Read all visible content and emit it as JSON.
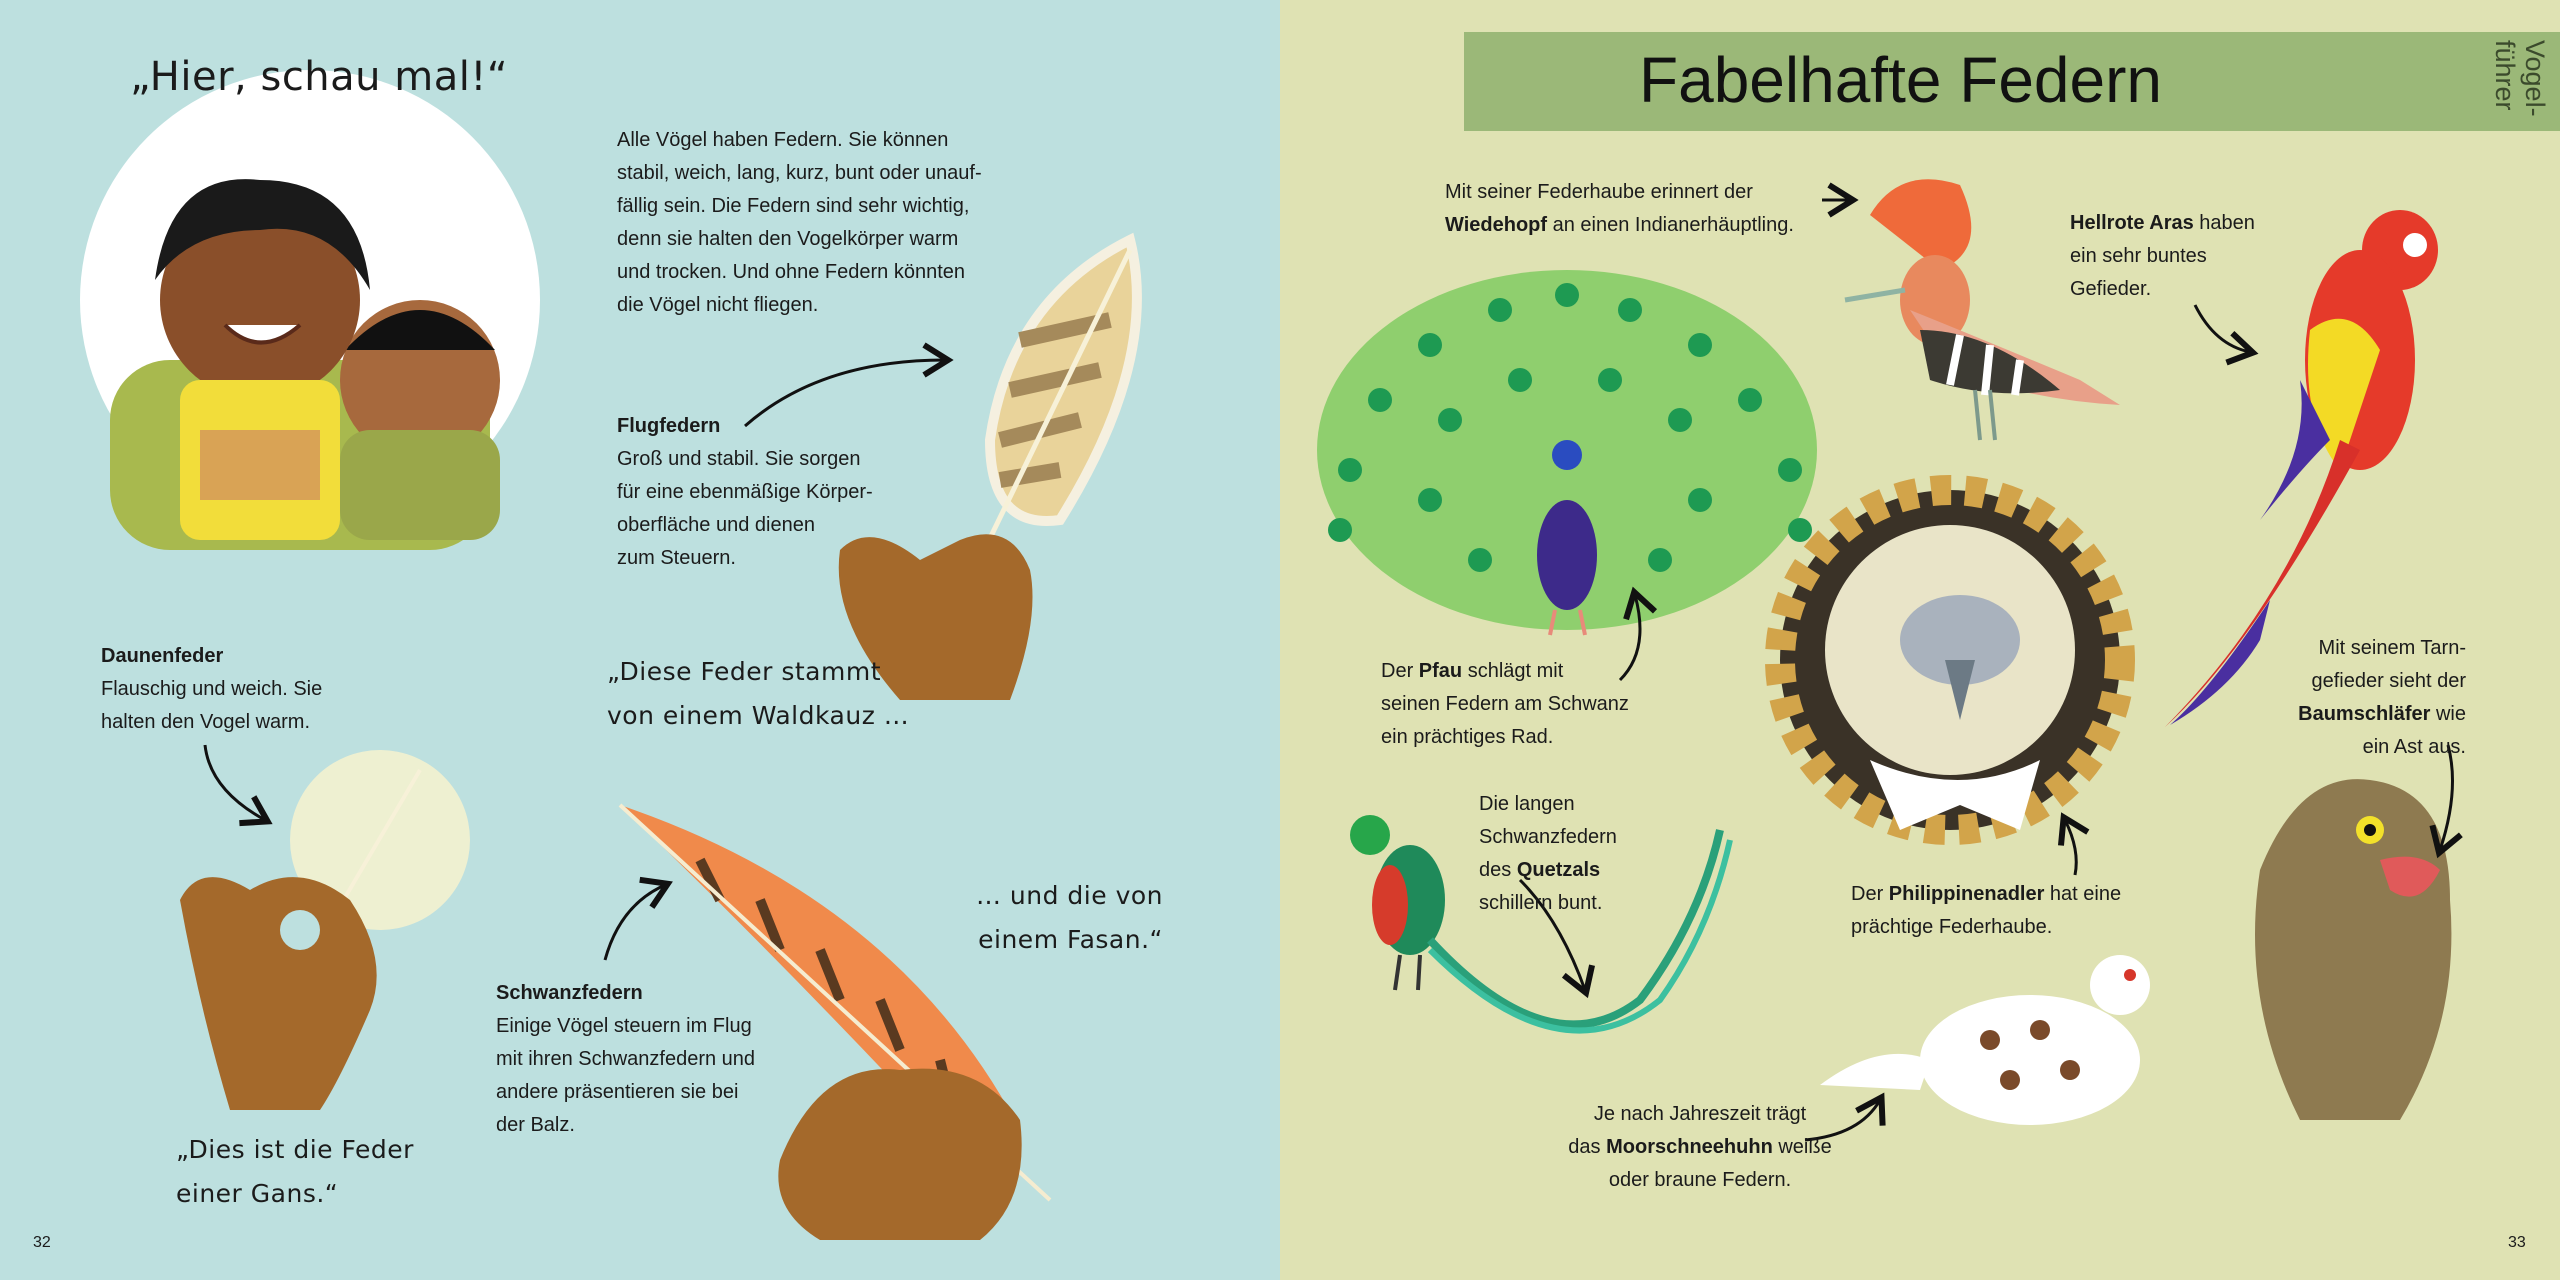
{
  "left_page": {
    "heading": "„Hier, schau mal!“",
    "intro": "Alle Vögel haben Federn. Sie können\nstabil, weich, lang, kurz, bunt oder unauf-\nfällig sein. Die Federn sind sehr wichtig,\ndenn sie halten den Vogelkörper warm\nund trocken. Und ohne Federn könnten\ndie Vögel nicht fliegen.",
    "flight_title": "Flugfedern",
    "flight_text": "Groß und stabil. Sie sorgen\nfür eine ebenmäßige Körper-\noberfläche und dienen\nzum Steuern.",
    "owl_quote": "„Diese Feder stammt\nvon einem Waldkauz …",
    "down_title": "Daunenfeder",
    "down_text": "Flauschig und weich. Sie\nhalten den Vogel warm.",
    "goose_quote": "„Dies ist die Feder\neiner Gans.“",
    "tail_title": "Schwanzfedern",
    "tail_text": "Einige Vögel steuern im Flug\nmit ihren Schwanzfedern und\nandere präsentieren sie bei\nder Balz.",
    "pheasant_quote": "… und die von\neinem Fasan.“",
    "page_number": "32"
  },
  "right_page": {
    "title": "Fabelhafte Federn",
    "side_tab": "Vogel-\nführer",
    "hoopoe": {
      "pre": "Mit seiner Federhaube erinnert der",
      "bold": "Wiedehopf",
      "post": " an einen Indianerhäuptling."
    },
    "macaw": {
      "bold": "Hellrote Aras",
      "post": " haben\nein sehr buntes\nGefieder."
    },
    "peacock": {
      "pre": "Der ",
      "bold": "Pfau",
      "post": " schlägt mit\nseinen Federn am Schwanz\nein prächtiges Rad."
    },
    "frogmouth": {
      "pre": "Mit seinem Tarn-\ngefieder sieht der\n",
      "bold": "Baumschläfer",
      "post": " wie\nein Ast aus."
    },
    "quetzal": {
      "pre": "Die langen\nSchwanzfedern\ndes ",
      "bold": "Quetzals",
      "post": "\nschillern bunt."
    },
    "eagle": {
      "pre": "Der ",
      "bold": "Philippinenadler",
      "post": " hat eine\nprächtige Federhaube."
    },
    "ptarmigan": {
      "pre": "Je nach Jahreszeit trägt\ndas ",
      "bold": "Moorschneehuhn",
      "post": " weiße\noder braune Federn."
    },
    "page_number": "33"
  },
  "colors": {
    "left_bg": "#bde0df",
    "right_bg": "#dfe2b3",
    "banner": "#9bb878"
  }
}
